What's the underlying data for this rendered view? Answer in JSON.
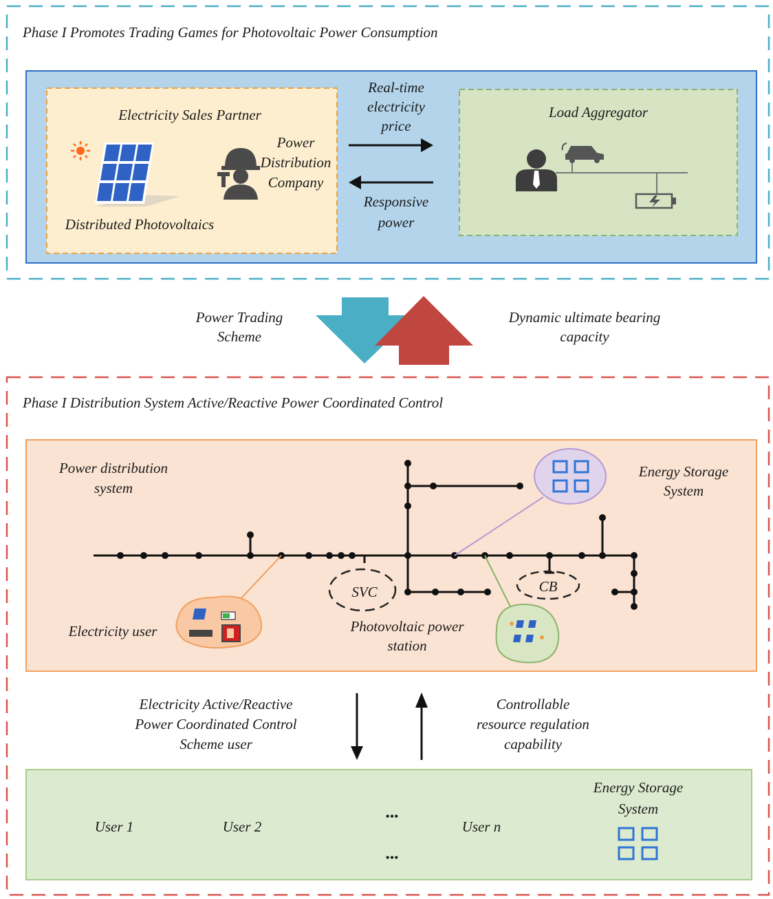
{
  "phase1": {
    "title": "Phase I Promotes Trading Games for Photovoltaic Power Consumption",
    "sales_partner": {
      "title": "Electricity  Sales Partner",
      "pdc_label": [
        "Power",
        "Distribution",
        "Company"
      ],
      "pv_label": "Distributed Photovoltaics"
    },
    "flow_right": [
      "Real-time",
      "electricity",
      "price"
    ],
    "flow_left": [
      "Responsive",
      "power"
    ],
    "load_aggregator": {
      "title": "Load Aggregator"
    }
  },
  "interphase": {
    "left_label": [
      "Power Trading",
      "Scheme"
    ],
    "right_label": [
      "Dynamic ultimate bearing",
      "capacity"
    ],
    "colors": {
      "down_arrow": "#4aaec5",
      "up_arrow": "#c0473f"
    }
  },
  "phase2": {
    "title": "Phase I Distribution System Active/Reactive Power Coordinated Control",
    "pds": {
      "title": [
        "Power distribution",
        "system"
      ],
      "ess_label": [
        "Energy  Storage",
        "System"
      ],
      "svc_label": "SVC",
      "cb_label": "CB",
      "electricity_user_label": "Electricity user",
      "pv_station_label": [
        "Photovoltaic power",
        "station"
      ]
    },
    "flow_left": [
      "Electricity Active/Reactive",
      "Power Coordinated Control",
      "Scheme user"
    ],
    "flow_right": [
      "Controllable",
      "resource regulation",
      "capability"
    ],
    "users": {
      "user1": "User 1",
      "user2": "User 2",
      "ellipsis": "•••",
      "usern": "User n",
      "ess_label": [
        "Energy  Storage",
        "System"
      ]
    }
  },
  "colors": {
    "phase1_border": "#4aaec5",
    "phase2_border": "#d9534f",
    "blue_panel": "#b3d4eb",
    "blue_panel_border": "#2f6fc4",
    "sales_fill": "#fdeecf",
    "sales_border": "#f0a040",
    "aggregator_fill": "#d6e4c3",
    "aggregator_border": "#8cb36a",
    "pds_fill": "#fbe3d3",
    "pds_border": "#f0a060",
    "users_fill": "#dcebcf",
    "users_border": "#a8cc8c",
    "battery_blue": "#2e75d6",
    "panel_blue": "#2f62c4"
  }
}
